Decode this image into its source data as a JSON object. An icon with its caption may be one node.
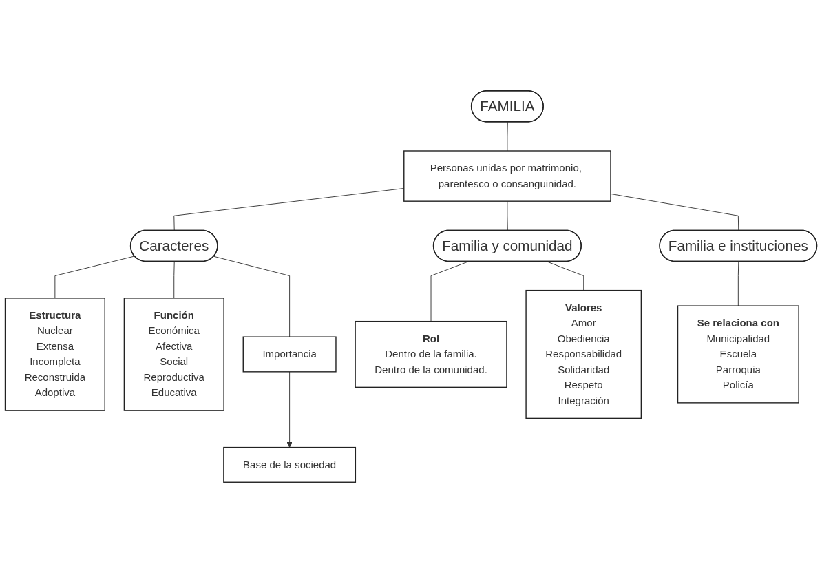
{
  "diagram": {
    "nodes": [
      {
        "text": [
          "FAMILIA"
        ]
      },
      {
        "text": [
          "Personas unidas por matrimonio, parentesco o consanguinidad."
        ]
      },
      {
        "text": [
          "Caracteres"
        ]
      },
      {
        "text": [
          "Familia y comunidad"
        ]
      },
      {
        "text": [
          "Familia e instituciones"
        ]
      },
      {
        "text": [
          "Estructura",
          "Nuclear",
          "Extensa",
          "Incompleta",
          "Reconstruida",
          "Adoptiva"
        ]
      },
      {
        "text": [
          "Función",
          "Económica",
          "Afectiva",
          "Social",
          "Reproductiva",
          "Educativa"
        ]
      },
      {
        "text": [
          "Importancia"
        ]
      },
      {
        "text": [
          "Base de la sociedad"
        ]
      },
      {
        "text": [
          "Rol",
          "Dentro de la familia.",
          "Dentro de la comunidad."
        ]
      },
      {
        "text": [
          "Valores",
          "Amor",
          "Obediencia",
          "Responsabilidad",
          "Solidaridad",
          "Respeto",
          "Integración"
        ]
      },
      {
        "text": [
          "Se relaciona con",
          "Municipalidad",
          "Escuela",
          "Parroquia",
          "Policía"
        ]
      }
    ],
    "edges": [
      {
        "from": 0,
        "to": 1,
        "arrow": "none"
      },
      {
        "from": 1,
        "to": 2,
        "arrow": "none"
      },
      {
        "from": 1,
        "to": 3,
        "arrow": "none"
      },
      {
        "from": 1,
        "to": 4,
        "arrow": "none"
      },
      {
        "from": 2,
        "to": 5,
        "arrow": "none"
      },
      {
        "from": 2,
        "to": 7,
        "arrow": "none"
      },
      {
        "from": 2,
        "to": 6,
        "arrow": "none"
      },
      {
        "from": 7,
        "to": 8,
        "arrow": "to"
      },
      {
        "from": 3,
        "to": 9,
        "arrow": "none"
      },
      {
        "from": 3,
        "to": 10,
        "arrow": "none"
      },
      {
        "from": 4,
        "to": 11,
        "arrow": "none"
      }
    ]
  }
}
